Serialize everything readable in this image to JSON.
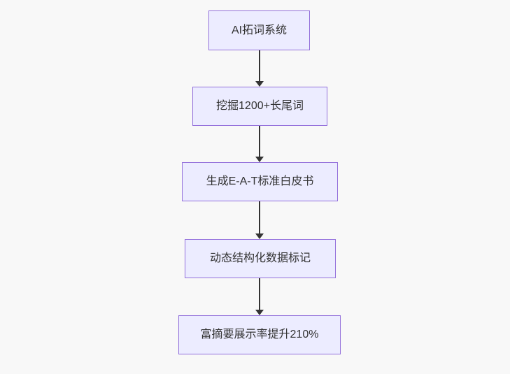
{
  "diagram": {
    "type": "flowchart",
    "direction": "top-down",
    "nodes": [
      {
        "id": "node-1",
        "label": "AI拓词系统"
      },
      {
        "id": "node-2",
        "label": "挖掘1200+长尾词"
      },
      {
        "id": "node-3",
        "label": "生成E-A-T标准白皮书"
      },
      {
        "id": "node-4",
        "label": "动态结构化数据标记"
      },
      {
        "id": "node-5",
        "label": "富摘要展示率提升210%"
      }
    ],
    "edges": [
      {
        "from": "AI拓词系统",
        "to": "挖掘1200+长尾词",
        "style": "arrow-down"
      },
      {
        "from": "挖掘1200+长尾词",
        "to": "生成E-A-T标准白皮书",
        "style": "arrow-down"
      },
      {
        "from": "生成E-A-T标准白皮书",
        "to": "动态结构化数据标记",
        "style": "arrow-down"
      },
      {
        "from": "动态结构化数据标记",
        "to": "富摘要展示率提升210%",
        "style": "arrow-down"
      }
    ],
    "colors": {
      "background": "#f8f8f8",
      "node_fill": "#ECECFF",
      "node_border": "#9370DB",
      "arrow": "#333333",
      "text": "#333333"
    }
  }
}
